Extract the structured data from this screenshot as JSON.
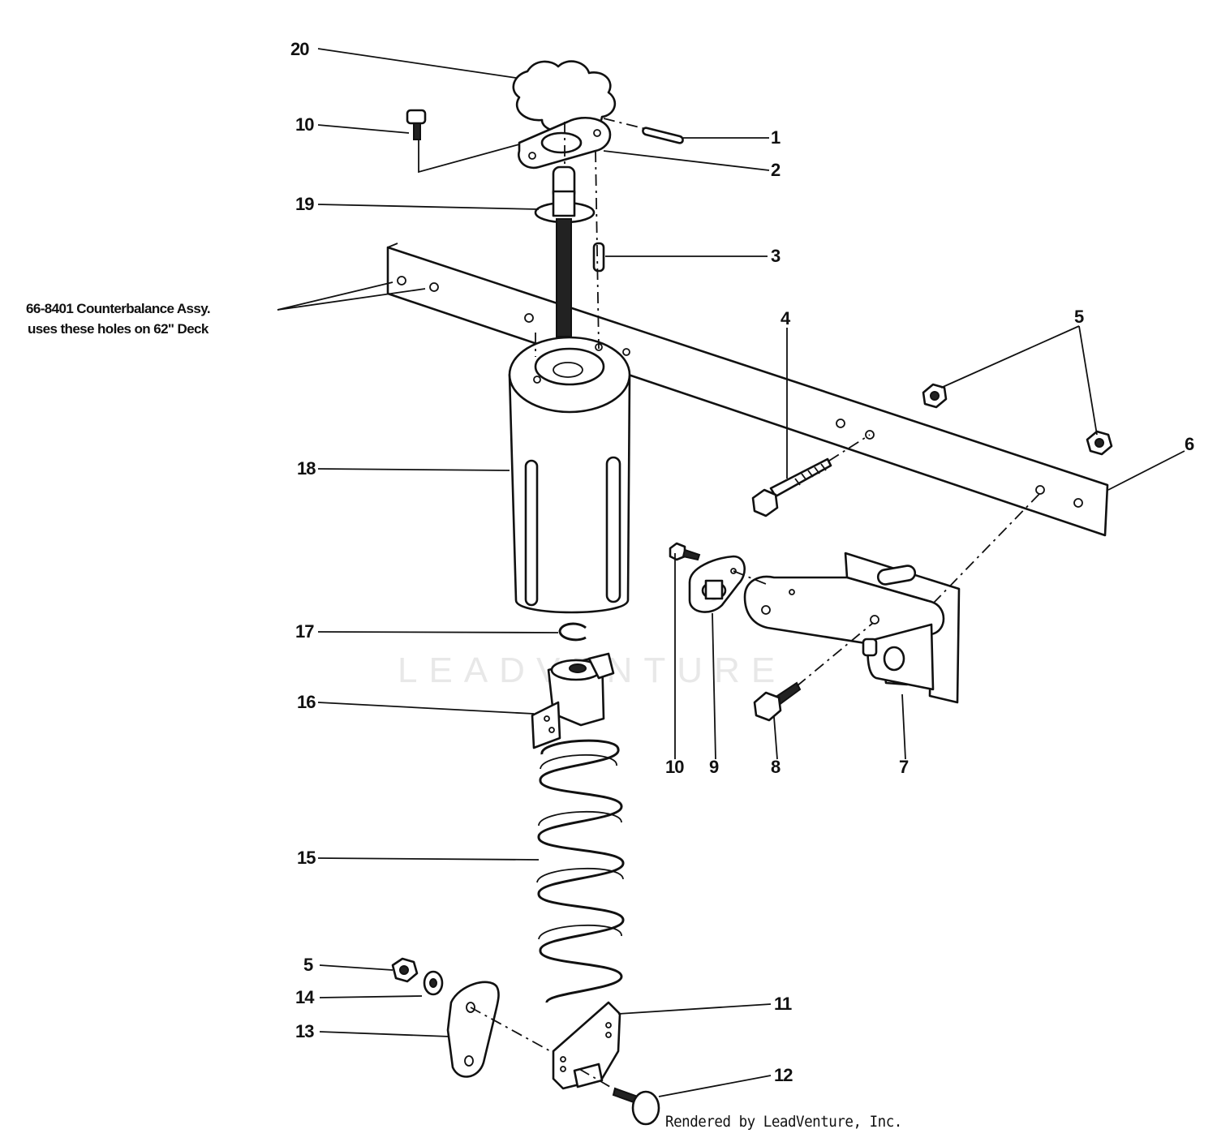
{
  "diagram": {
    "callouts": {
      "c20": "20",
      "c10a": "10",
      "c1": "1",
      "c2": "2",
      "c19": "19",
      "c3": "3",
      "c4": "4",
      "c5a": "5",
      "c6": "6",
      "c18": "18",
      "c17": "17",
      "c16": "16",
      "c10b": "10",
      "c9": "9",
      "c8": "8",
      "c7": "7",
      "c15": "15",
      "c5b": "5",
      "c14": "14",
      "c13": "13",
      "c11": "11",
      "c12": "12"
    },
    "note": {
      "line1": "66-8401 Counterbalance Assy.",
      "line2": "uses these holes on 62\" Deck"
    },
    "watermark": "LEADVENTURE",
    "credit": "Rendered by LeadVenture, Inc."
  }
}
